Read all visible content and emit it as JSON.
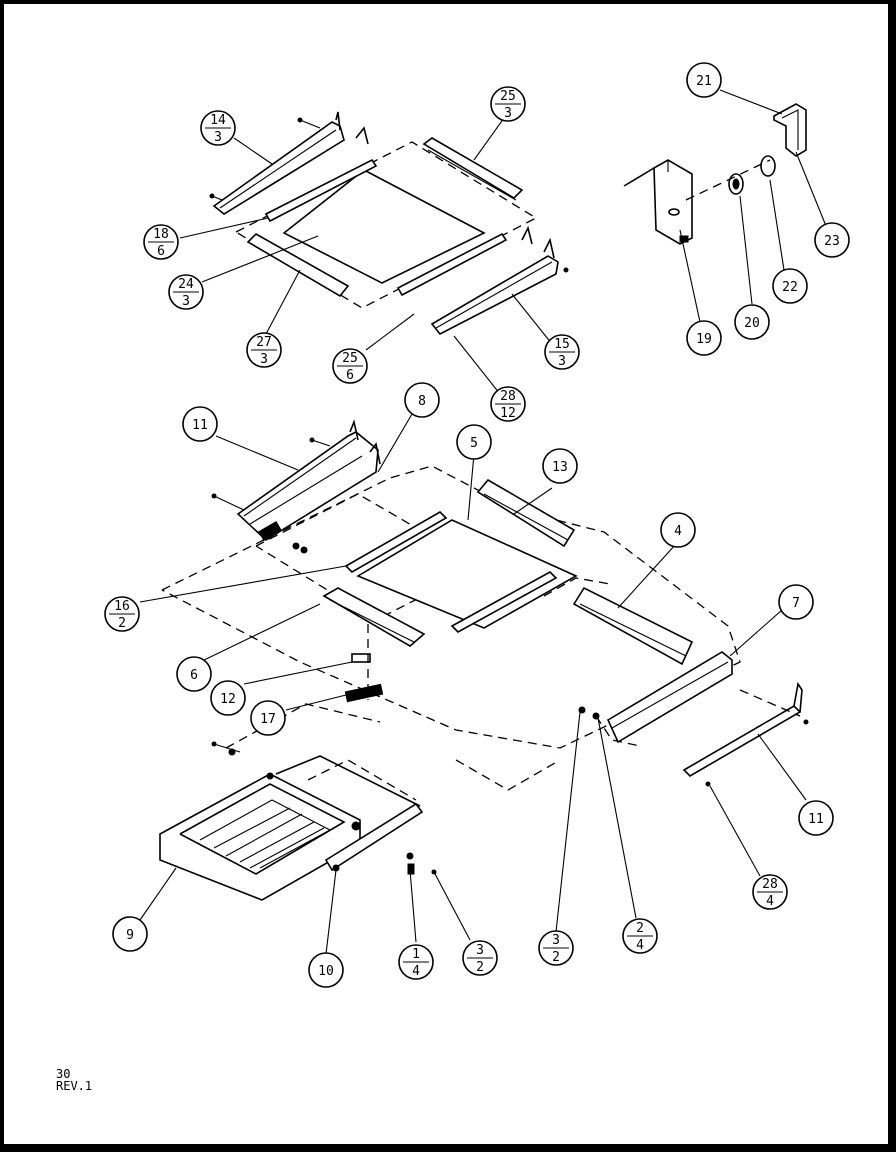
{
  "footer": {
    "page_number": "30",
    "revision": "REV.1"
  },
  "callouts": {
    "c14_3": {
      "top": "14",
      "bottom": "3"
    },
    "c25_3": {
      "top": "25",
      "bottom": "3"
    },
    "c18_6": {
      "top": "18",
      "bottom": "6"
    },
    "c24_3": {
      "top": "24",
      "bottom": "3"
    },
    "c27_3": {
      "top": "27",
      "bottom": "3"
    },
    "c25_6": {
      "top": "25",
      "bottom": "6"
    },
    "c15_3": {
      "top": "15",
      "bottom": "3"
    },
    "c28_12": {
      "top": "28",
      "bottom": "12"
    },
    "c21": "21",
    "c23": "23",
    "c22": "22",
    "c20": "20",
    "c19": "19",
    "c11a": "11",
    "c8": "8",
    "c5": "5",
    "c13": "13",
    "c4": "4",
    "c7": "7",
    "c16_2": {
      "top": "16",
      "bottom": "2"
    },
    "c6": "6",
    "c12": "12",
    "c17": "17",
    "c11b": "11",
    "c28_4": {
      "top": "28",
      "bottom": "4"
    },
    "c9": "9",
    "c10": "10",
    "c1_4": {
      "top": "1",
      "bottom": "4"
    },
    "c3_2a": {
      "top": "3",
      "bottom": "2"
    },
    "c3_2b": {
      "top": "3",
      "bottom": "2"
    },
    "c2_4": {
      "top": "2",
      "bottom": "4"
    }
  }
}
